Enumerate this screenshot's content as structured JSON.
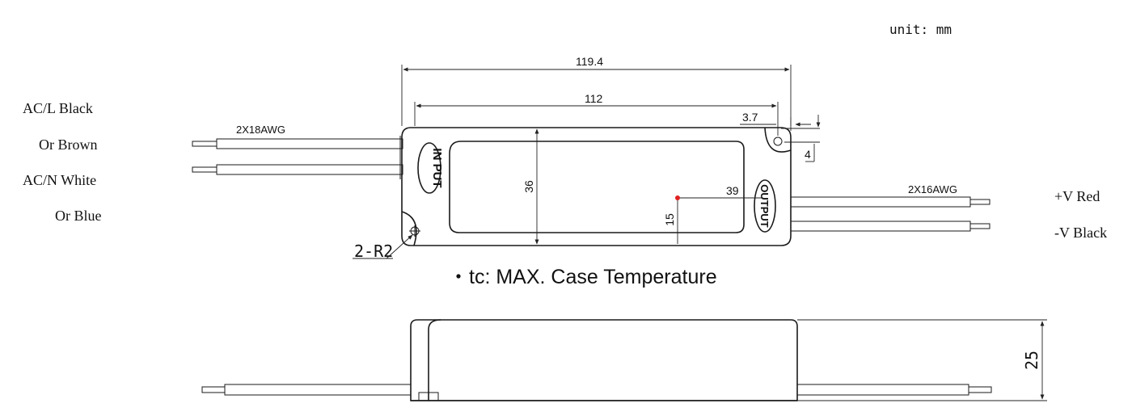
{
  "unit_label": "unit: mm",
  "left_labels": {
    "acl": "AC/L Black",
    "or_brown": "Or Brown",
    "acn": "AC/N White",
    "or_blue": "Or Blue"
  },
  "right_labels": {
    "vpos": "+V Red",
    "vneg": "-V Black"
  },
  "wire_input": "2X18AWG",
  "wire_output": "2X16AWG",
  "dims": {
    "overall_length": "119.4",
    "mount_spacing": "112",
    "hole_offset": "3.7",
    "hole_edge": "4",
    "body_width": "36",
    "tc_x": "39",
    "tc_y": "15",
    "height": "25",
    "radius": "2-R2"
  },
  "port_labels": {
    "input": "IN PUT",
    "output": "OUTPUT"
  },
  "tc_note": "tc: MAX. Case Temperature",
  "colors": {
    "line": "#1a1a1a",
    "tc_point": "#e02020"
  }
}
